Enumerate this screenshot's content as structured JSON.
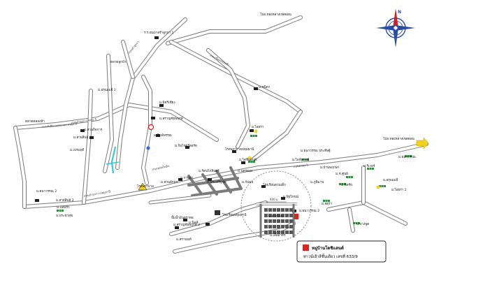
{
  "compass": {
    "north_label": "N"
  },
  "legend": {
    "title": "หมู่บ้านโตชิแลนด์",
    "subtitle": "ทาวน์เฮ้าส์ชั้นเดียว เลขที่ 633/9",
    "marker_color": "#e0231c"
  },
  "colors": {
    "road": "#7b7b7b",
    "building": "#1e1e1e",
    "cluster": "#2f8f3c",
    "highlight": "#f2d21e",
    "river": "#3fc3d9",
    "circle": "#666666"
  },
  "labels": [
    {
      "id": "l01",
      "text": "ไปอ.ทองหลางเขตดอน"
    },
    {
      "id": "l02",
      "text": "ร.ร.อนุบาลรำลูกกา 1"
    },
    {
      "id": "l03",
      "text": "ตลาดลูกบัว"
    },
    {
      "id": "l04",
      "text": "ม.มิตรีเชียง"
    },
    {
      "id": "l05",
      "text": "ม.สราญชัยพฤกษ์"
    },
    {
      "id": "l06",
      "text": "ม.พิมพ์พรรณ"
    },
    {
      "id": "l07",
      "text": "ม.ไอยรา"
    },
    {
      "id": "l08",
      "text": "ม.ชนิดา"
    },
    {
      "id": "l09",
      "text": "ม.กิมไชยรีสอร์ท"
    },
    {
      "id": "l10",
      "text": "ตลาดคลองห้า"
    },
    {
      "id": "l11",
      "text": "ม.สายสินธุ์"
    },
    {
      "id": "l12",
      "text": "ม.สวนกิจการ"
    },
    {
      "id": "l13",
      "text": "ม.ธนาวรรณ ประดิษฐ์"
    },
    {
      "id": "l14",
      "text": "ม.บ้านพฤกษา"
    },
    {
      "id": "l15",
      "text": "โรงพยาบาล"
    },
    {
      "id": "l16",
      "text": "ไปอ.ทองหลางเขตดอน"
    },
    {
      "id": "l17",
      "text": "ม.ธนาวรรณ"
    },
    {
      "id": "l18",
      "text": "ม.ริเวอร์"
    },
    {
      "id": "l19",
      "text": "ม.ช.ศูนย์"
    },
    {
      "id": "l20",
      "text": "ม.อรุณเมธี"
    },
    {
      "id": "l21",
      "text": "ม.จตุรา"
    },
    {
      "id": "l22",
      "text": "ม.บางพูด"
    },
    {
      "id": "l23",
      "text": "ม.ชิตชิว"
    },
    {
      "id": "l24",
      "text": "ม.ธนาวรรณ 2"
    },
    {
      "id": "l25",
      "text": "ม.สายสินธุ์ 2"
    },
    {
      "id": "l26",
      "text": "ม.แสนรัก"
    },
    {
      "id": "l27",
      "text": "ม.กานดา"
    },
    {
      "id": "l28",
      "text": "ม.สวนอักษร"
    },
    {
      "id": "l29",
      "text": "ปั๊มน้ำมันตราทอ"
    },
    {
      "id": "l30",
      "text": "ม.สราญชัยพฤกษ์ 2"
    },
    {
      "id": "l31",
      "text": "ม.นิลลี"
    },
    {
      "id": "l32",
      "text": "โรงเรียนปทุมธานี"
    },
    {
      "id": "l33",
      "text": "โรงพยาบาลปทุมธานี"
    },
    {
      "id": "l34",
      "text": "ม.โตชิแลนด์"
    },
    {
      "id": "l35",
      "text": "ม.ธนาวรรณ 2"
    },
    {
      "id": "l36",
      "text": "โรงเรียนสวนเด็ก"
    },
    {
      "id": "l37",
      "text": "ม.นครทอง"
    },
    {
      "id": "l38",
      "text": "ม.กัมพล"
    },
    {
      "id": "l39",
      "text": "ม.สายไหม"
    },
    {
      "id": "l40",
      "text": "ม.ประเสริฐชัย"
    },
    {
      "id": "l41",
      "text": "ม.รัตนโกสินทร์"
    },
    {
      "id": "l42",
      "text": "ม.ไลฟ์ทาวน์"
    },
    {
      "id": "l43",
      "text": "ม.ภูพิมาน"
    },
    {
      "id": "l44",
      "text": "ม.ไอยรา 2"
    },
    {
      "id": "l45",
      "text": "ม.ปัฐวิกรณ์"
    },
    {
      "id": "l46",
      "text": "ม.อรุณเมธี 2"
    },
    {
      "id": "l47",
      "text": "ม.เปรมฤดี"
    },
    {
      "id": "l48",
      "text": "ม.ประชาสุข"
    },
    {
      "id": "l49",
      "text": "ม.สรานนท์"
    },
    {
      "id": "l50",
      "text": "ม.เอื้ออาทร"
    }
  ],
  "road_labels": [
    {
      "id": "r1",
      "text": "ถนนรังสิต-นครนายก คลอง 5"
    },
    {
      "id": "r2",
      "text": "ถนนลำลูกกา คลอง 5"
    },
    {
      "id": "r3",
      "text": "ถนนลำลูกกา"
    },
    {
      "id": "r4",
      "text": "ถนนเลียบคลองห้า"
    },
    {
      "id": "r5",
      "text": "ถนนคลอง 5"
    },
    {
      "id": "r6",
      "text": "ถนนพหลโยธิน"
    },
    {
      "id": "r7",
      "text": "ถนนลำลูกกา-ปทุมธานี"
    }
  ],
  "inset": {
    "scale_label": "400 ม."
  }
}
